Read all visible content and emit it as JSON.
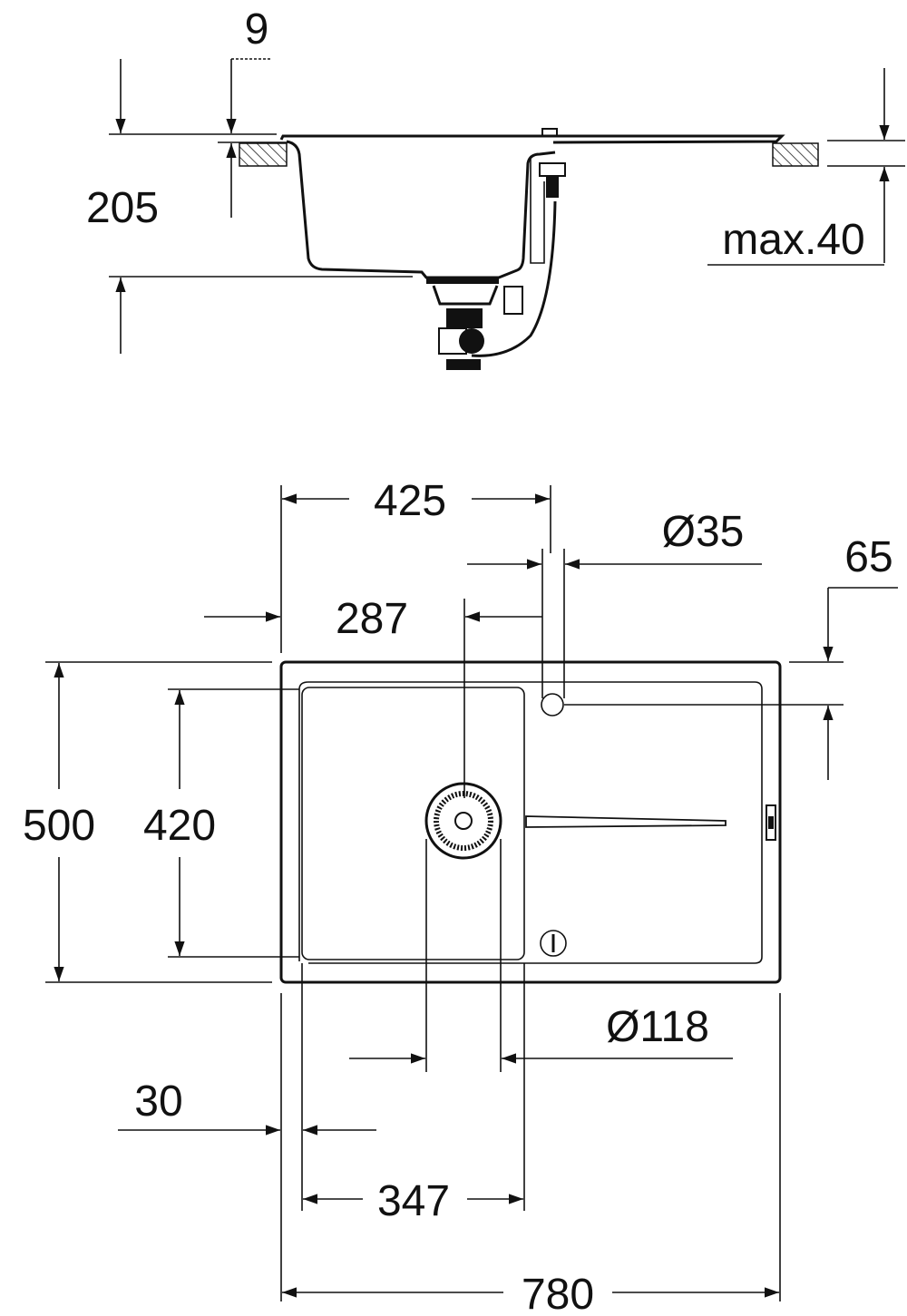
{
  "section_view": {
    "dims": {
      "flange": "9",
      "depth": "205",
      "worktop": "max.40"
    }
  },
  "plan_view": {
    "dims": {
      "tap_offset": "425",
      "tap_hole": "Ø35",
      "tap_edge": "65",
      "drain_offset": "287",
      "width": "500",
      "bowl_width": "420",
      "drain_dia": "Ø118",
      "rim": "30",
      "bowl_length": "347",
      "length": "780"
    }
  }
}
